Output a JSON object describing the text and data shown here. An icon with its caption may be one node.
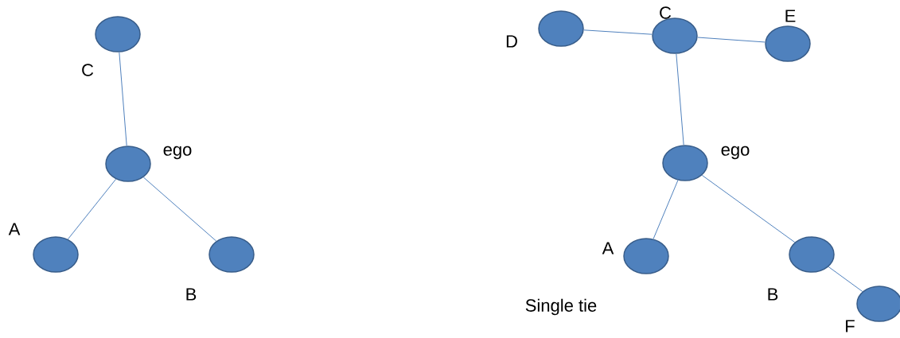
{
  "diagram": {
    "nodes": [
      {
        "text": [],
        "shape": "circle",
        "beside": [
          "C"
        ]
      },
      {
        "text": [],
        "shape": "circle",
        "beside": [
          "ego"
        ]
      },
      {
        "text": [],
        "shape": "circle",
        "beside": [
          "A"
        ]
      },
      {
        "text": [],
        "shape": "circle",
        "beside": [
          "B"
        ]
      },
      {
        "text": [],
        "shape": "circle",
        "beside": [
          "D"
        ]
      },
      {
        "text": [],
        "shape": "circle",
        "beside": [
          "C"
        ]
      },
      {
        "text": [],
        "shape": "circle",
        "beside": [
          "E"
        ]
      },
      {
        "text": [],
        "shape": "circle",
        "beside": [
          "ego"
        ]
      },
      {
        "text": [],
        "shape": "circle",
        "beside": [
          "A"
        ]
      },
      {
        "text": [],
        "shape": "circle",
        "beside": [
          "B"
        ]
      },
      {
        "text": [],
        "shape": "circle",
        "beside": [
          "F"
        ]
      }
    ],
    "edges": [
      {
        "from": 0,
        "to": 1,
        "arrow": "none"
      },
      {
        "from": 1,
        "to": 2,
        "arrow": "none"
      },
      {
        "from": 1,
        "to": 3,
        "arrow": "none"
      },
      {
        "from": 4,
        "to": 5,
        "arrow": "none"
      },
      {
        "from": 5,
        "to": 6,
        "arrow": "none"
      },
      {
        "from": 5,
        "to": 7,
        "arrow": "none"
      },
      {
        "from": 7,
        "to": 8,
        "arrow": "none"
      },
      {
        "from": 7,
        "to": 9,
        "arrow": "none"
      },
      {
        "from": 9,
        "to": 10,
        "arrow": "none"
      }
    ],
    "labels": [
      "Single tie"
    ]
  }
}
